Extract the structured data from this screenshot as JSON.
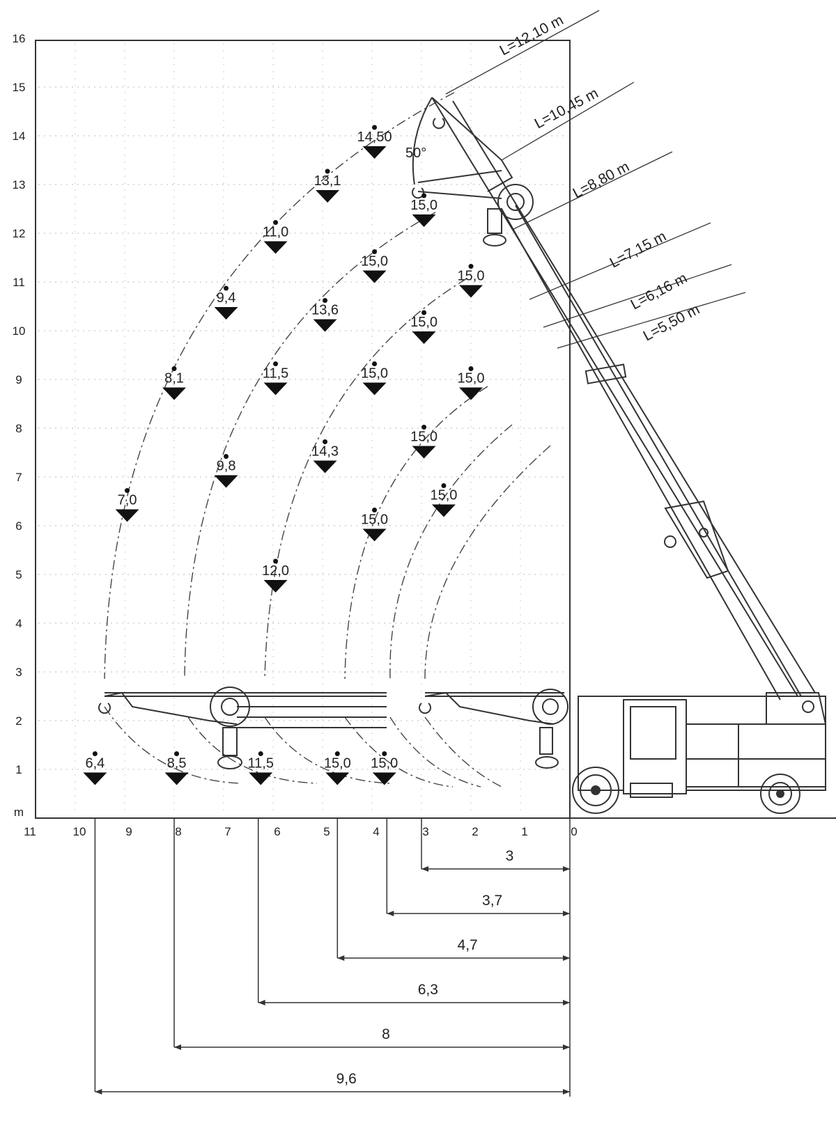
{
  "diagram": {
    "unit_label": "m",
    "y_ticks": [
      "1",
      "2",
      "3",
      "4",
      "5",
      "6",
      "7",
      "8",
      "9",
      "10",
      "11",
      "12",
      "13",
      "14",
      "15",
      "16"
    ],
    "x_ticks": [
      "11",
      "10",
      "9",
      "8",
      "7",
      "6",
      "5",
      "4",
      "3",
      "2",
      "1",
      "0"
    ],
    "boom_lengths": [
      "L=12,10 m",
      "L=10,45 m",
      "L=8,80 m",
      "L=7,15 m",
      "L=6,16 m",
      "L=5,50 m"
    ],
    "jib_angle_label": "50°",
    "load_points": [
      {
        "label": "14,50",
        "x": 3.95,
        "y": 13.8
      },
      {
        "label": "13,1",
        "x": 4.9,
        "y": 12.9
      },
      {
        "label": "11,0",
        "x": 5.95,
        "y": 11.85
      },
      {
        "label": "9,4",
        "x": 6.95,
        "y": 10.5
      },
      {
        "label": "8,1",
        "x": 8.0,
        "y": 8.85
      },
      {
        "label": "7,0",
        "x": 8.95,
        "y": 6.35
      },
      {
        "label": "6,4",
        "x": 9.6,
        "y": 0.95
      },
      {
        "label": "15,0",
        "x": 2.95,
        "y": 12.4
      },
      {
        "label": "15,0",
        "x": 3.95,
        "y": 11.25
      },
      {
        "label": "13,6",
        "x": 4.95,
        "y": 10.25
      },
      {
        "label": "11,5",
        "x": 5.95,
        "y": 8.95
      },
      {
        "label": "9,8",
        "x": 6.95,
        "y": 7.05
      },
      {
        "label": "8,5",
        "x": 7.95,
        "y": 0.95
      },
      {
        "label": "15,0",
        "x": 2.0,
        "y": 10.95
      },
      {
        "label": "15,0",
        "x": 2.95,
        "y": 10.0
      },
      {
        "label": "15,0",
        "x": 3.95,
        "y": 8.95
      },
      {
        "label": "14,3",
        "x": 4.95,
        "y": 7.35
      },
      {
        "label": "12,0",
        "x": 5.95,
        "y": 4.9
      },
      {
        "label": "11,5",
        "x": 6.25,
        "y": 0.95
      },
      {
        "label": "15,0",
        "x": 2.0,
        "y": 8.85
      },
      {
        "label": "15,0",
        "x": 2.95,
        "y": 7.65
      },
      {
        "label": "15,0",
        "x": 2.55,
        "y": 6.45
      },
      {
        "label": "15,0",
        "x": 3.95,
        "y": 5.95
      },
      {
        "label": "15,0",
        "x": 4.7,
        "y": 0.95
      },
      {
        "label": "15,0",
        "x": 3.75,
        "y": 0.95
      }
    ],
    "outreach_dimensions": [
      {
        "label": "3",
        "value": 3
      },
      {
        "label": "3,7",
        "value": 3.7
      },
      {
        "label": "4,7",
        "value": 4.7
      },
      {
        "label": "6,3",
        "value": 6.3
      },
      {
        "label": "8",
        "value": 8
      },
      {
        "label": "9,6",
        "value": 9.6
      }
    ]
  }
}
